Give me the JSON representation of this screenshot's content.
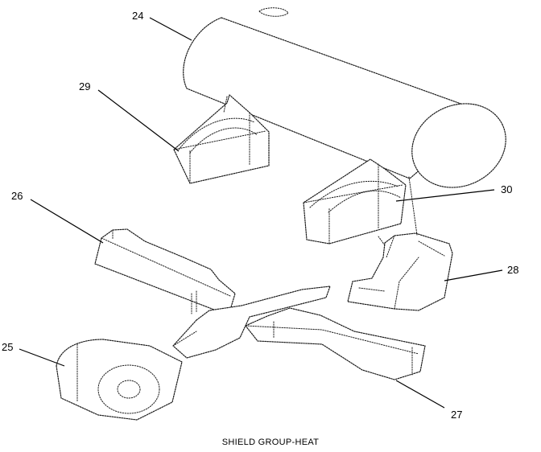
{
  "callouts": {
    "c24": "24",
    "c25": "25",
    "c26": "26",
    "c27": "27",
    "c28": "28",
    "c29": "29",
    "c30": "30"
  },
  "caption": "SHIELD GROUP-HEAT"
}
